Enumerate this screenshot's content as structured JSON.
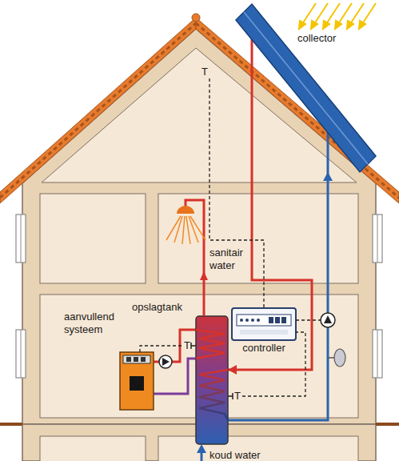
{
  "diagram": {
    "nodes": [
      {
        "text": [
          "collector"
        ]
      },
      {
        "text": [
          "aanvullend systeem"
        ]
      },
      {
        "text": [
          "opslagtank"
        ]
      },
      {
        "text": [
          "controller"
        ]
      }
    ],
    "edges": [
      {
        "from": 0,
        "to": 2,
        "arrow": "to"
      },
      {
        "from": 2,
        "to": 0,
        "arrow": "to"
      },
      {
        "from": 1,
        "to": 2,
        "arrow": "none"
      },
      {
        "from": 2,
        "to": 1,
        "arrow": "none"
      }
    ],
    "labels": [
      "T",
      "sanitair water",
      "T",
      "T",
      "koud water"
    ]
  }
}
